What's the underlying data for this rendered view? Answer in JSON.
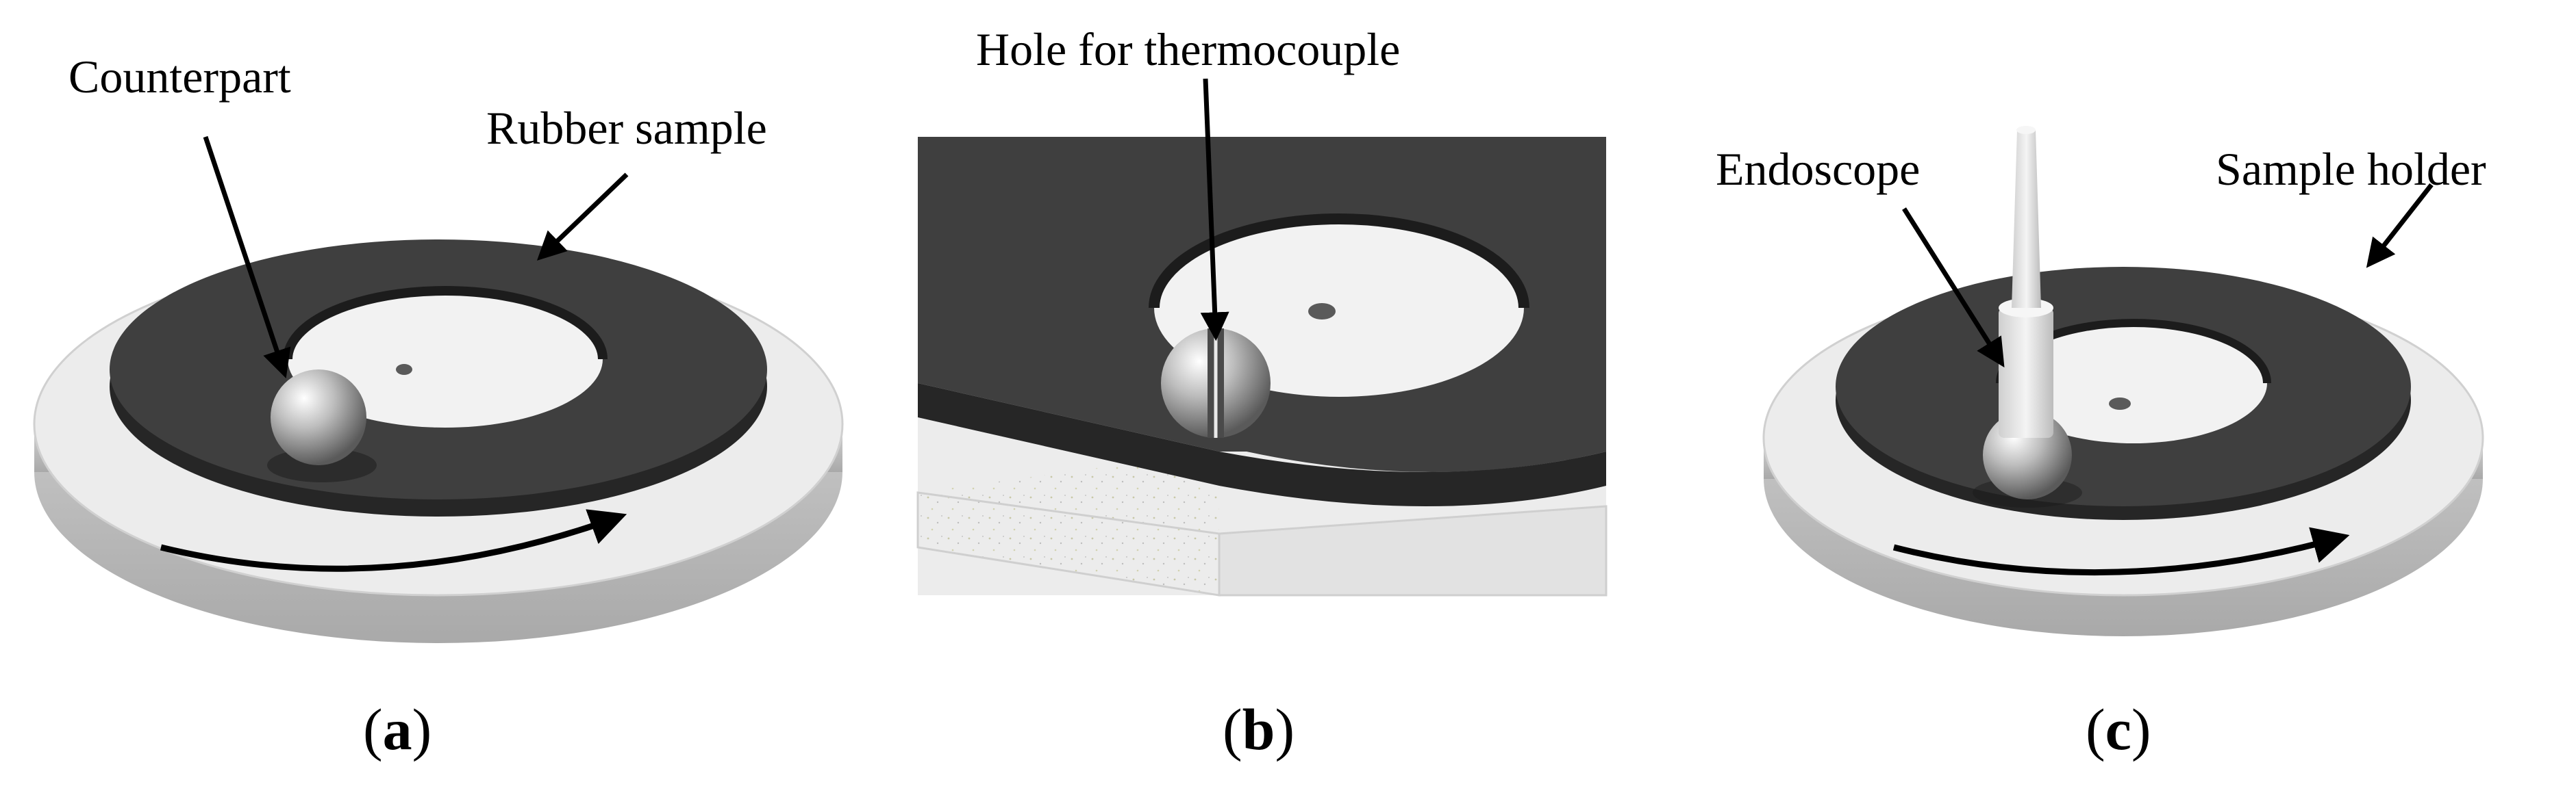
{
  "panels": [
    {
      "caption": {
        "open": "(",
        "letter": "a",
        "close": ")"
      },
      "labels": [
        "Counterpart",
        "Rubber sample"
      ]
    },
    {
      "caption": {
        "open": "(",
        "letter": "b",
        "close": ")"
      },
      "labels": [
        "Hole for thermocouple"
      ]
    },
    {
      "caption": {
        "open": "(",
        "letter": "c",
        "close": ")"
      },
      "labels": [
        "Endoscope",
        "Sample holder"
      ]
    }
  ],
  "colors": {
    "holder_top": "#e9e9e9",
    "holder_side": "#c4c4c4",
    "rubber": "#3f3f3f",
    "rubber_side": "#262626",
    "ball": "#b9b9b9",
    "arrow": "#000000"
  }
}
